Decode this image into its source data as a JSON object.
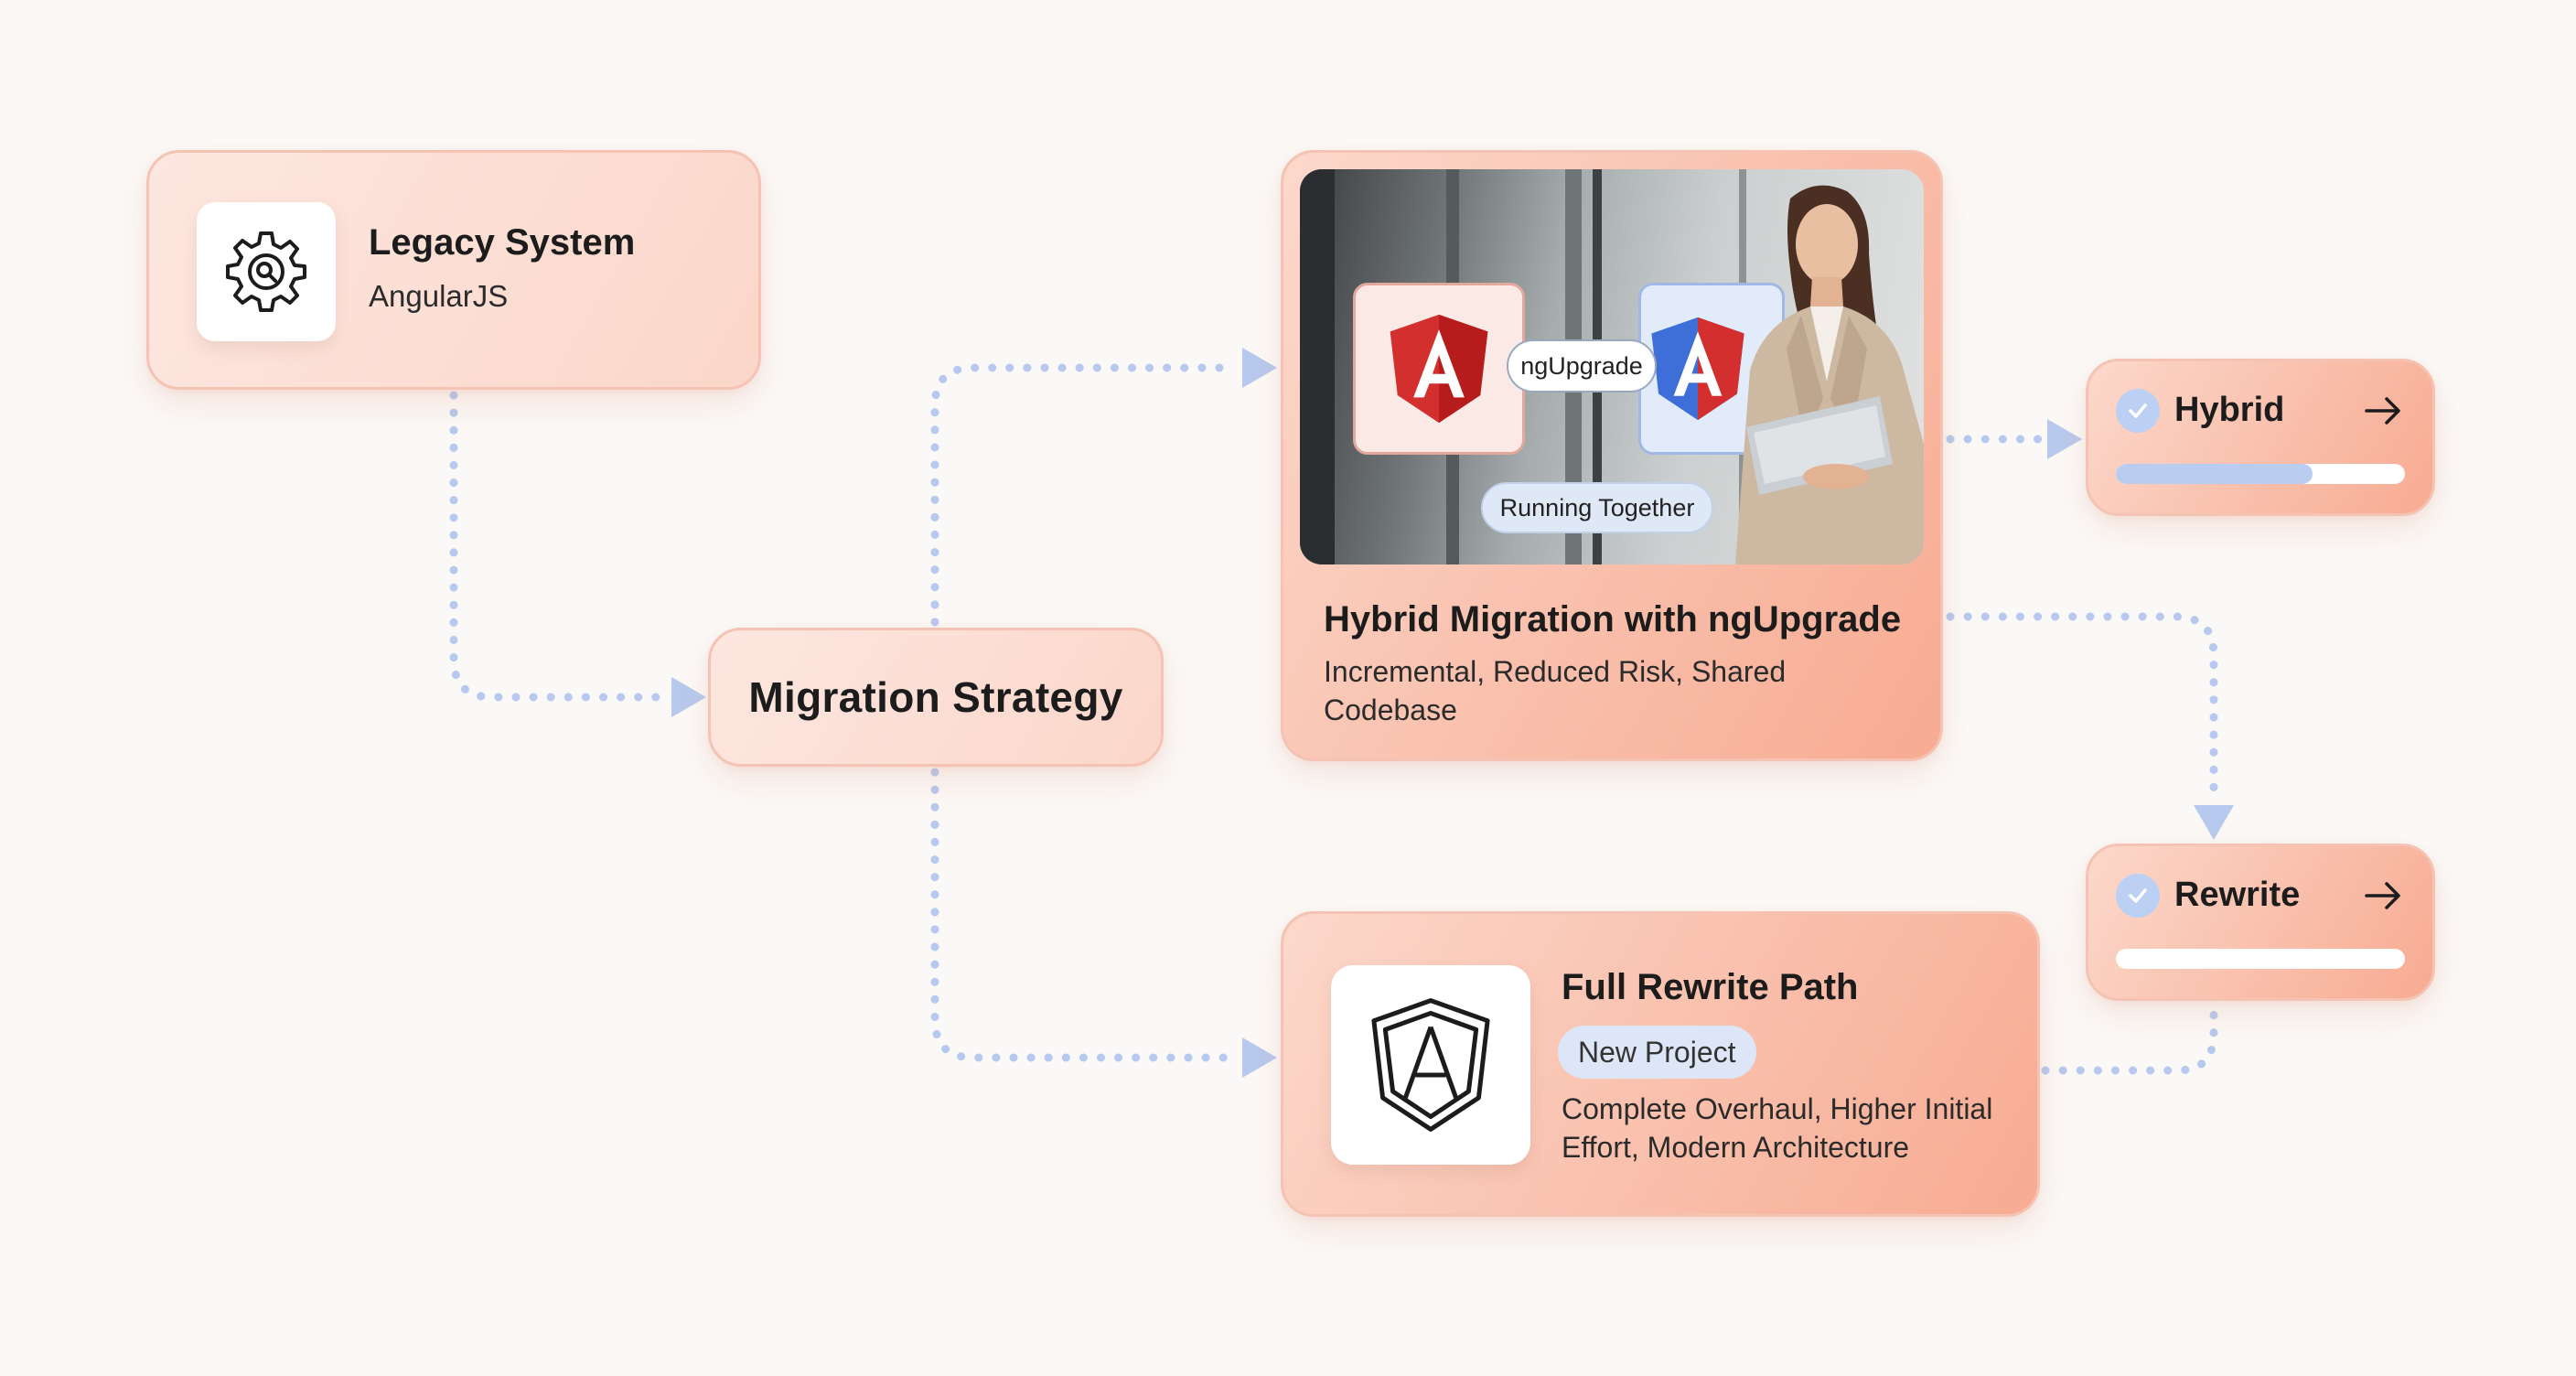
{
  "legacy": {
    "title": "Legacy System",
    "subtitle": "AngularJS",
    "icon": "gear-icon"
  },
  "strategy": {
    "label": "Migration Strategy"
  },
  "hybrid_card": {
    "title": "Hybrid Migration with ngUpgrade",
    "description": "Incremental, Reduced Risk, Shared Codebase",
    "photo": {
      "connector_label": "ngUpgrade",
      "caption": "Running Together",
      "left_logo": "angular-logo-red-icon",
      "right_logo": "angular-logo-blue-icon"
    }
  },
  "rewrite_card": {
    "title": "Full Rewrite Path",
    "badge": "New Project",
    "description": "Complete Overhaul, Higher Initial Effort, Modern Architecture",
    "icon": "angular-outline-icon"
  },
  "outcomes": [
    {
      "label": "Hybrid",
      "progress": 0.68,
      "icon": "check-circle-icon",
      "arrow": "arrow-right-icon"
    },
    {
      "label": "Rewrite",
      "progress": 0.0,
      "icon": "check-circle-icon",
      "arrow": "arrow-right-icon"
    }
  ],
  "colors": {
    "background": "#fbf9f7",
    "connector": "#b7c9ee",
    "card_border": "#f5c3b3",
    "card_fill_light": "#fde7e0",
    "card_fill_strong": "#f7ab92",
    "progress_fill": "#b9cdf0",
    "angular_red": "#d32f2f",
    "angular_blue": "#2f5fc4"
  }
}
